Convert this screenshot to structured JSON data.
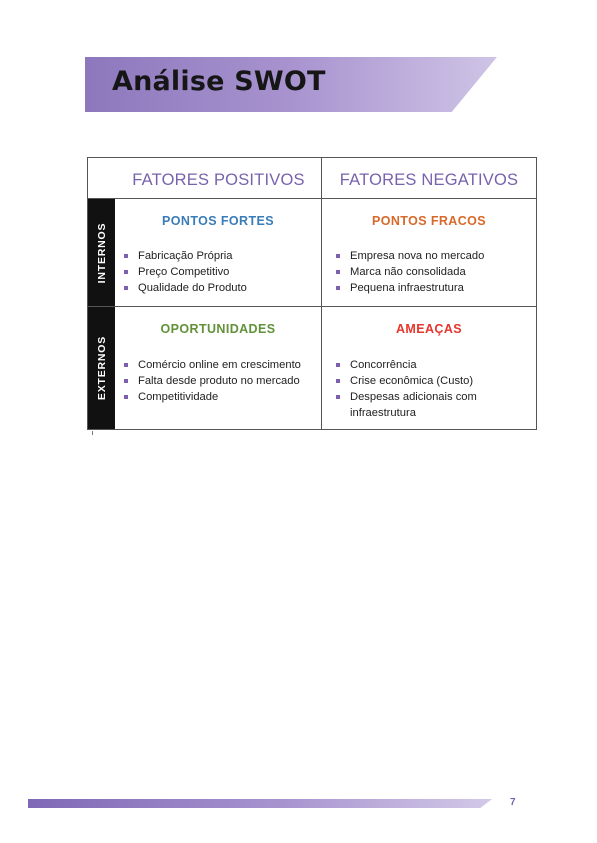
{
  "page": {
    "title": "Análise SWOT",
    "page_number": "7"
  },
  "swot": {
    "header": {
      "positive": "FATORES POSITIVOS",
      "negative": "FATORES NEGATIVOS"
    },
    "side": {
      "internal": "INTERNOS",
      "external": "EXTERNOS"
    },
    "strengths": {
      "title": "PONTOS FORTES",
      "items": [
        "Fabricação Própria",
        "Preço Competitivo",
        "Qualidade do Produto"
      ]
    },
    "weaknesses": {
      "title": "PONTOS FRACOS",
      "items": [
        "Empresa nova no mercado",
        "Marca não consolidada",
        "Pequena infraestrutura"
      ]
    },
    "opportunities": {
      "title": "OPORTUNIDADES",
      "items": [
        "Comércio online em crescimento",
        "Falta desde produto no mercado",
        "Competitividade"
      ]
    },
    "threats": {
      "title": "AMEAÇAS",
      "items": [
        "Concorrência",
        "Crise econômica (Custo)",
        "Despesas adicionais com infraestrutura"
      ]
    }
  },
  "colors": {
    "header_purple": "#7763ad",
    "strengths_blue": "#3a7cb8",
    "weaknesses_orange": "#d8692a",
    "opportunities_green": "#62913a",
    "threats_red": "#e5352c",
    "bullet_purple": "#7d5fb0"
  }
}
